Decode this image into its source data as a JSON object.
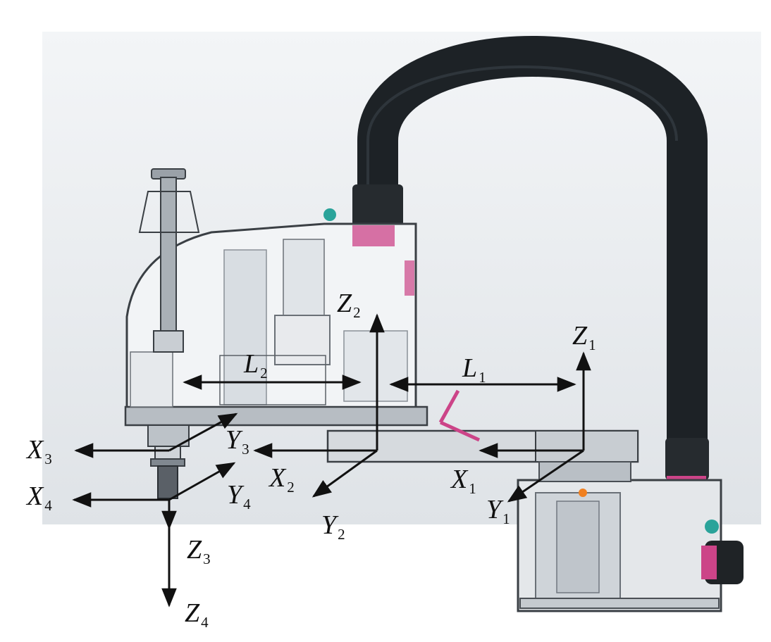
{
  "figure": {
    "colors": {
      "background": "#ffffff",
      "backdrop": "#e9ecef",
      "cable": "#1d2226",
      "frame": "#4a4f55",
      "panel": "#dfe3e7",
      "accent_pink": "#cc4488",
      "accent_teal": "#2aa39a",
      "accent_orange": "#f08020",
      "axis": "#111111"
    },
    "parts": [
      "cable-tube",
      "base-housing",
      "upper-arm-link",
      "forearm-housing",
      "ball-screw-spline",
      "end-effector"
    ]
  },
  "labels": {
    "z1": {
      "main": "Z",
      "sub": "1"
    },
    "z2": {
      "main": "Z",
      "sub": "2"
    },
    "z3": {
      "main": "Z",
      "sub": "3"
    },
    "z4": {
      "main": "Z",
      "sub": "4"
    },
    "x1": {
      "main": "X",
      "sub": "1"
    },
    "x2": {
      "main": "X",
      "sub": "2"
    },
    "x3": {
      "main": "X",
      "sub": "3"
    },
    "x4": {
      "main": "X",
      "sub": "4"
    },
    "y1": {
      "main": "Y",
      "sub": "1"
    },
    "y2": {
      "main": "Y",
      "sub": "2"
    },
    "y3": {
      "main": "Y",
      "sub": "3"
    },
    "y4": {
      "main": "Y",
      "sub": "4"
    },
    "l1": {
      "main": "L",
      "sub": "1"
    },
    "l2": {
      "main": "L",
      "sub": "2"
    }
  }
}
